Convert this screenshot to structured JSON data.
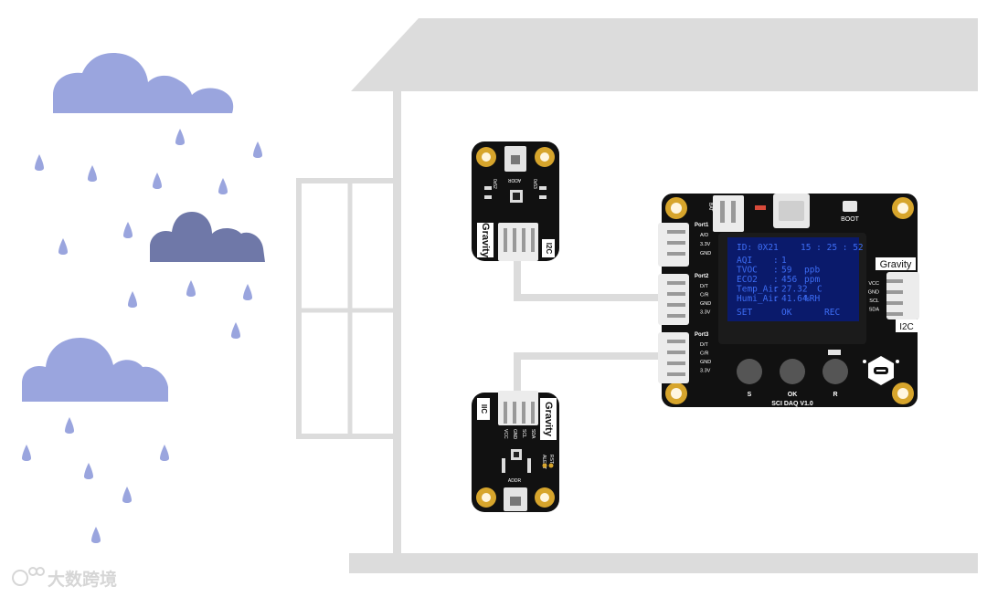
{
  "colors": {
    "cloud_light": "#9aa5de",
    "cloud_dark": "#6f78a8",
    "rain": "#9aa5de",
    "house": "#dcdcdc",
    "board": "#111111",
    "screen": "#0a1a6b",
    "screen_text": "#3d6df5",
    "gold": "#d7a52c",
    "connector": "#ececec"
  },
  "sensor_top": {
    "label_gravity": "Gravity",
    "label_i2c": "I2C",
    "label_addr": "ADDR",
    "label_0x52": "0x52",
    "label_0x53": "0x53"
  },
  "sensor_bottom": {
    "label_gravity": "Gravity",
    "label_iic": "IIC",
    "label_addr": "ADDR",
    "label_alert": "ALERT",
    "label_rst": "RST",
    "pins": [
      "VCC",
      "GND",
      "SCL",
      "SDA"
    ]
  },
  "daq": {
    "port1": "Port1",
    "port1_pins": [
      "A/D",
      "3.3V",
      "GND"
    ],
    "port2": "Port2",
    "port2_pins": [
      "D/T",
      "C/R",
      "GND",
      "3.3V"
    ],
    "port3": "Port3",
    "port3_pins": [
      "D/T",
      "C/R",
      "GND",
      "3.3V"
    ],
    "gravity": "Gravity",
    "i2c": "I2C",
    "i2c_pins": [
      "VCC",
      "GND",
      "SCL",
      "SDA"
    ],
    "boot": "BOOT",
    "bat": "BAT",
    "model": "SCI DAQ V1.0",
    "buttons": [
      "S",
      "OK",
      "R"
    ],
    "screen": {
      "id_line": "ID:  0X21",
      "time": "15 : 25 : 52",
      "rows": [
        {
          "name": "AQI",
          "sep": ":",
          "value": "1",
          "unit": ""
        },
        {
          "name": "TVOC",
          "sep": ":",
          "value": "59",
          "unit": "ppb"
        },
        {
          "name": "ECO2",
          "sep": ":",
          "value": "456",
          "unit": "ppm"
        },
        {
          "name": "Temp_Air",
          "sep": ":",
          "value": "27.32",
          "unit": "C"
        },
        {
          "name": "Humi_Air",
          "sep": ":",
          "value": "41.64",
          "unit": "%RH"
        }
      ],
      "menu_set": "SET",
      "menu_ok": "OK",
      "menu_rec": "REC"
    }
  },
  "watermark": "大数跨境"
}
